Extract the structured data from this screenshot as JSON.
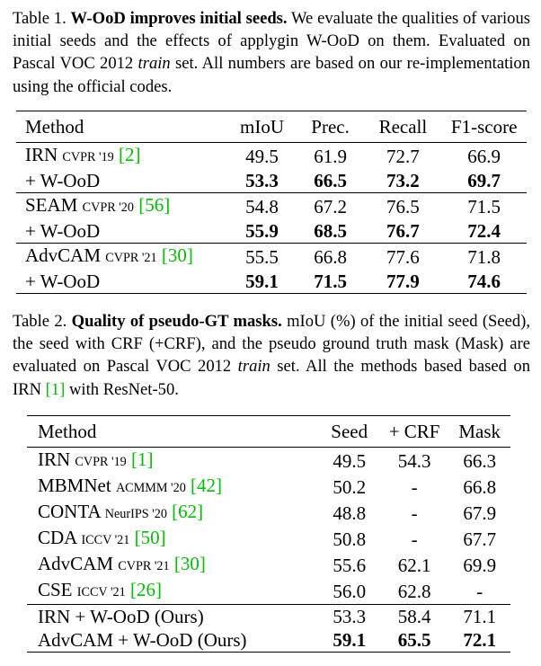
{
  "table1": {
    "caption": {
      "label": "Table 1.",
      "title": "W-OoD improves initial seeds.",
      "text_1": " We evaluate the qualities of various initial seeds and the effects of applygin W-OoD on them. Evaluated on Pascal VOC 2012 ",
      "text_italic": "train",
      "text_2": " set. All numbers are based on our re-implementation using the official codes."
    },
    "headers": [
      "Method",
      "mIoU",
      "Prec.",
      "Recall",
      "F1-score"
    ],
    "groups": [
      {
        "method": "IRN",
        "venue": "CVPR '19",
        "cite": "[2]",
        "base": [
          "49.5",
          "61.9",
          "72.7",
          "66.9"
        ],
        "wood_label": "+ W-OoD",
        "wood": [
          "53.3",
          "66.5",
          "73.2",
          "69.7"
        ]
      },
      {
        "method": "SEAM",
        "venue": "CVPR '20",
        "cite": "[56]",
        "base": [
          "54.8",
          "67.2",
          "76.5",
          "71.5"
        ],
        "wood_label": "+ W-OoD",
        "wood": [
          "55.9",
          "68.5",
          "76.7",
          "72.4"
        ]
      },
      {
        "method": "AdvCAM",
        "venue": "CVPR '21",
        "cite": "[30]",
        "base": [
          "55.5",
          "66.8",
          "77.6",
          "71.8"
        ],
        "wood_label": "+ W-OoD",
        "wood": [
          "59.1",
          "71.5",
          "77.9",
          "74.6"
        ]
      }
    ]
  },
  "table2": {
    "caption": {
      "label": "Table 2.",
      "title": "Quality of pseudo-GT masks.",
      "text_1": " mIoU (%) of the initial seed (Seed), the seed with CRF (+CRF), and the pseudo ground truth mask (Mask) are evaluated on Pascal VOC 2012 ",
      "text_italic": "train",
      "text_2": " set. All the methods based based on IRN ",
      "cite": "[1]",
      "text_3": " with ResNet-50."
    },
    "headers": [
      "Method",
      "Seed",
      "+ CRF",
      "Mask"
    ],
    "rows": [
      {
        "method": "IRN",
        "venue": "CVPR '19",
        "cite": "[1]",
        "seed": "49.5",
        "crf": "54.3",
        "mask": "66.3"
      },
      {
        "method": "MBMNet",
        "venue": "ACMMM '20",
        "cite": "[42]",
        "seed": "50.2",
        "crf": "-",
        "mask": "66.8"
      },
      {
        "method": "CONTA",
        "venue": "NeurIPS '20",
        "cite": "[62]",
        "seed": "48.8",
        "crf": "-",
        "mask": "67.9"
      },
      {
        "method": "CDA",
        "venue": "ICCV '21",
        "cite": "[50]",
        "seed": "50.8",
        "crf": "-",
        "mask": "67.7"
      },
      {
        "method": "AdvCAM",
        "venue": "CVPR '21",
        "cite": "[30]",
        "seed": "55.6",
        "crf": "62.1",
        "mask": "69.9"
      },
      {
        "method": "CSE",
        "venue": "ICCV '21",
        "cite": "[26]",
        "seed": "56.0",
        "crf": "62.8",
        "mask": "-"
      }
    ],
    "ours": [
      {
        "method": "IRN + W-OoD (Ours)",
        "seed": "53.3",
        "crf": "58.4",
        "mask": "71.1"
      },
      {
        "method": "AdvCAM + W-OoD (Ours)",
        "seed": "59.1",
        "crf": "65.5",
        "mask": "72.1"
      }
    ]
  },
  "colors": {
    "citation": "#00c000",
    "text": "#000000"
  }
}
